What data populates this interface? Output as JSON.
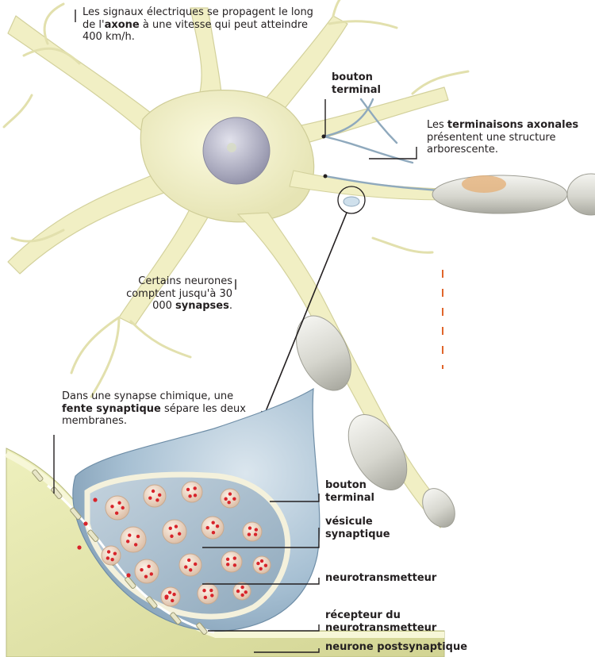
{
  "annotations": {
    "axon_speed": {
      "part1": "Les signaux électriques se propagent le long de l'",
      "bold": "axone",
      "part2": " à une vitesse qui peut atteindre 400 km/h."
    },
    "bouton_top": {
      "line1": "bouton",
      "line2": "terminal"
    },
    "terminaisons": {
      "part1": "Les ",
      "bold": "terminaisons axonales",
      "part2": " présentent une structure arborescente."
    },
    "synapses_count": {
      "part1": "Certains neurones comptent jusqu'à 30 000 ",
      "bold": "synapses",
      "part2": "."
    },
    "fente": {
      "part1": "Dans une synapse chimique, une ",
      "bold": "fente synaptique",
      "part2": " sépare les deux membranes."
    }
  },
  "legend": {
    "bouton_terminal": {
      "line1": "bouton",
      "line2": "terminal"
    },
    "vesicule": {
      "line1": "vésicule",
      "line2": "synaptique"
    },
    "neurotransmetteur": "neurotransmetteur",
    "recepteur": {
      "line1": "récepteur du",
      "line2": "neurotransmetteur"
    },
    "postsynaptique": "neurone postsynaptique"
  },
  "colors": {
    "neuron": "#f1efc4",
    "neuron_shadow": "#d9d7a4",
    "nucleus": "#b9b9c8",
    "myelin": "#dcdcd6",
    "axon_terminal": "#8fa9bd",
    "bouton_blue": "#a9c2d6",
    "bouton_inner": "#cdd9e2",
    "postsynaptic": "#e9ebb0",
    "vesicle": "#f0dccb",
    "neurotransmitter": "#d8232a",
    "leader_line": "#231f20",
    "dashed_line": "#e0652b"
  }
}
